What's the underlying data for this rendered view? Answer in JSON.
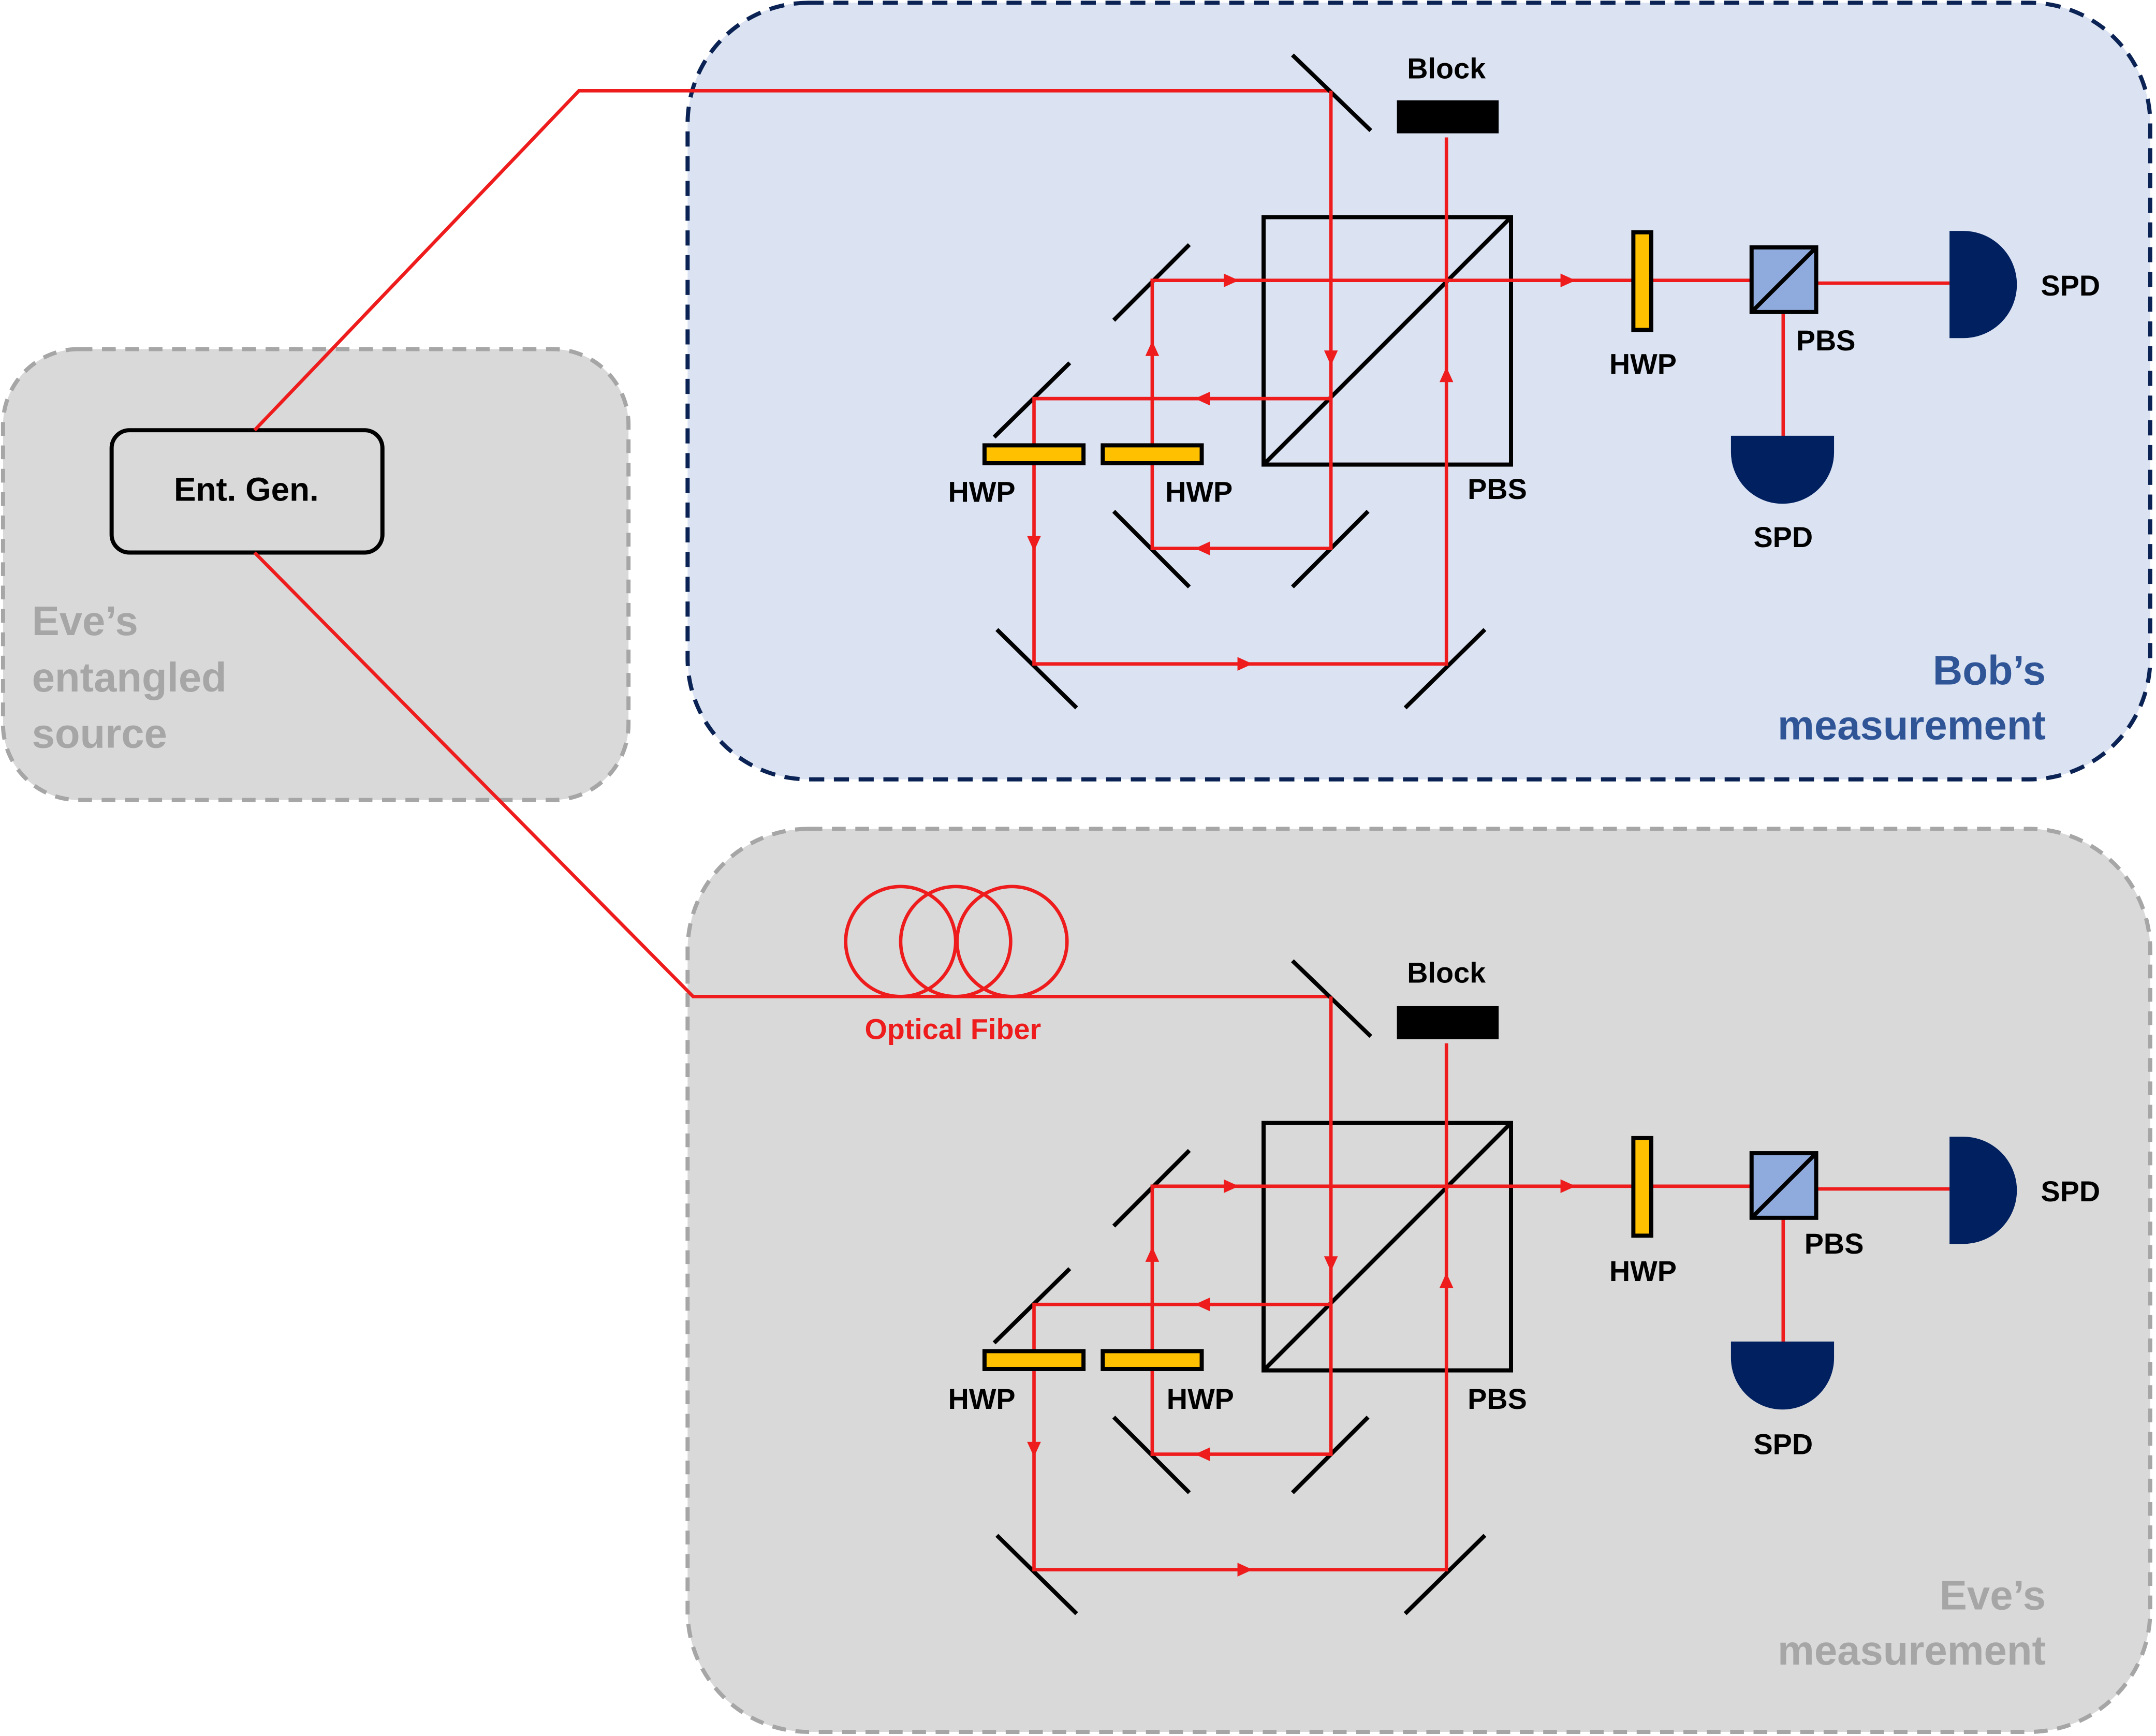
{
  "colors": {
    "beam": "#ee1c1c",
    "bob_panel_fill": "#dbe3f3",
    "bob_panel_border": "#0b2354",
    "bob_title": "#2f5597",
    "eve_panel_fill": "#d9d9d9",
    "eve_panel_border": "#a6a6a6",
    "eve_text": "#a6a6a6",
    "hwp_fill": "#ffc000",
    "pbs_cube_fill": "#8faadc",
    "spd_fill": "#002060",
    "block_fill": "#000000",
    "ink": "#000000"
  },
  "source": {
    "box_label": "Ent. Gen.",
    "caption_lines": [
      "Eve’s",
      "entangled",
      "source"
    ]
  },
  "bob": {
    "caption_lines": [
      "Bob’s",
      "measurement"
    ],
    "labels": {
      "block": "Block",
      "hwp_left": "HWP",
      "hwp_mid": "HWP",
      "pbs_big": "PBS",
      "hwp_out": "HWP",
      "pbs_small": "PBS",
      "spd_right": "SPD",
      "spd_bottom": "SPD"
    }
  },
  "eve": {
    "caption_lines": [
      "Eve’s",
      "measurement"
    ],
    "fiber_label": "Optical Fiber",
    "labels": {
      "block": "Block",
      "hwp_left": "HWP",
      "hwp_mid": "HWP",
      "pbs_big": "PBS",
      "hwp_out": "HWP",
      "pbs_small": "PBS",
      "spd_right": "SPD",
      "spd_bottom": "SPD"
    }
  }
}
